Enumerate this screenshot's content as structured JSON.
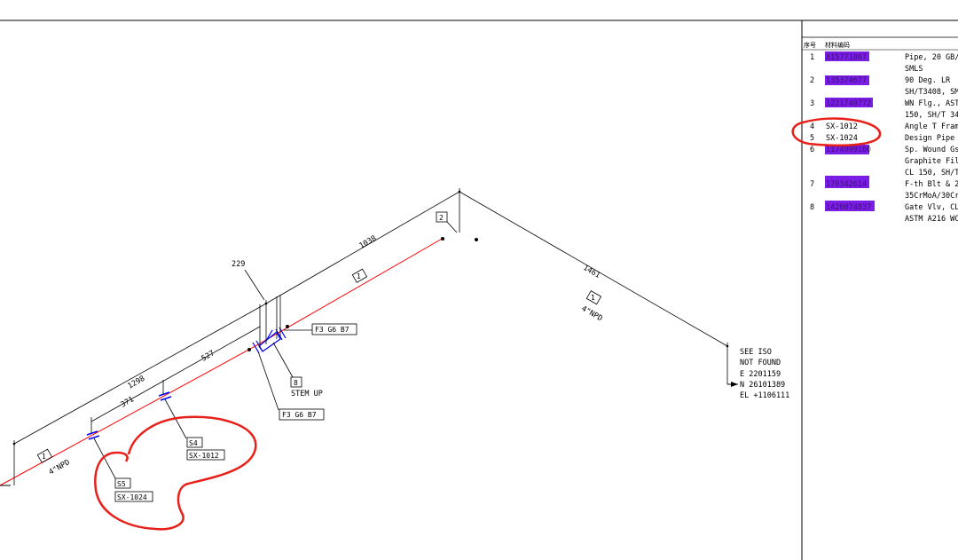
{
  "colors": {
    "pipe": "#ff0000",
    "dim": "#000000",
    "fitting": "#0000ff",
    "highlight": "#7a1ee6",
    "markup": "#e8201a"
  },
  "bom": {
    "header": {
      "no": "序号",
      "code": "材料编码"
    },
    "rows": [
      {
        "no": "1",
        "code": "815771867",
        "desc": [
          "Pipe, 20 GB/",
          "SMLS"
        ]
      },
      {
        "no": "2",
        "code": "135374677",
        "desc": [
          "90  Deg. LR",
          "SH/T3408, SM"
        ]
      },
      {
        "no": "3",
        "code": "1221740772",
        "desc": [
          "WN Flg., AST",
          "150, SH/T 34"
        ]
      },
      {
        "no": "4",
        "code": "SX-1012",
        "desc": [
          "Angle T Fram"
        ]
      },
      {
        "no": "5",
        "code": "SX-1024",
        "desc": [
          "Design Pipe"
        ]
      },
      {
        "no": "6",
        "code": "1174999160",
        "desc": [
          "Sp. Wound Gs",
          "Graphite Fil",
          "CL 150, SH/T"
        ]
      },
      {
        "no": "7",
        "code": "170342614",
        "desc": [
          "F-th Blt & 2",
          "35CrMoA/30Cr"
        ]
      },
      {
        "no": "8",
        "code": "1420874837",
        "desc": [
          "Gate Vlv, CL",
          "ASTM A216 WC"
        ]
      }
    ]
  },
  "iso": {
    "dims": [
      "229",
      "1038",
      "1461",
      "1298",
      "527",
      "371"
    ],
    "npd_labels": [
      "4\"NPD",
      "4\"NPD"
    ],
    "item_refs": [
      "1",
      "1",
      "1",
      "2",
      "8"
    ],
    "flange_labels": [
      "F3 G6 B7",
      "F3 G6 B7"
    ],
    "stem_note": "STEM UP",
    "supports": [
      {
        "tag": "S4",
        "code": "SX-1012"
      },
      {
        "tag": "S5",
        "code": "SX-1024"
      }
    ],
    "endpoint": [
      "SEE ISO",
      "NOT FOUND",
      "E 2201159",
      "N 26101389",
      "EL +1106111"
    ]
  }
}
